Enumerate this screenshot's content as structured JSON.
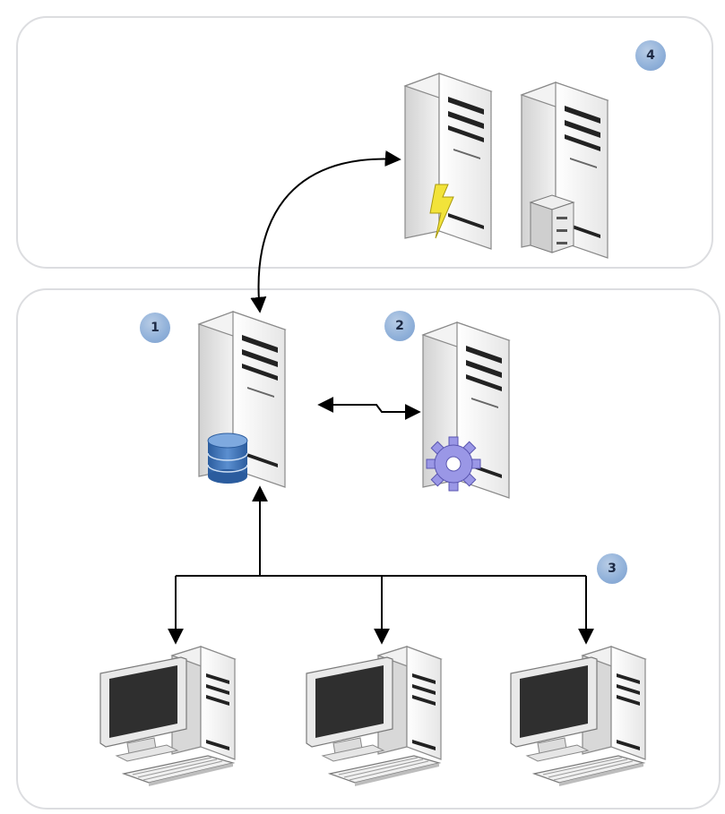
{
  "badges": {
    "web_tier": "4",
    "database_server": "1",
    "app_server": "2",
    "clients": "3"
  },
  "icons": {
    "web_tier": [
      "server-tower-icon",
      "lightning-icon",
      "server-tower-icon",
      "file-cabinet-icon"
    ],
    "middle_tier": [
      "server-tower-icon",
      "database-icon",
      "server-tower-icon",
      "gear-icon"
    ],
    "clients": [
      "desktop-computer-icon",
      "desktop-computer-icon",
      "desktop-computer-icon"
    ]
  },
  "colors": {
    "badge": "#8fb0d9",
    "panel_border": "#dcdde0",
    "arrow": "#000000",
    "lightning": "#f2e33a",
    "database": "#3b6fb0",
    "gear": "#9a97e6"
  }
}
